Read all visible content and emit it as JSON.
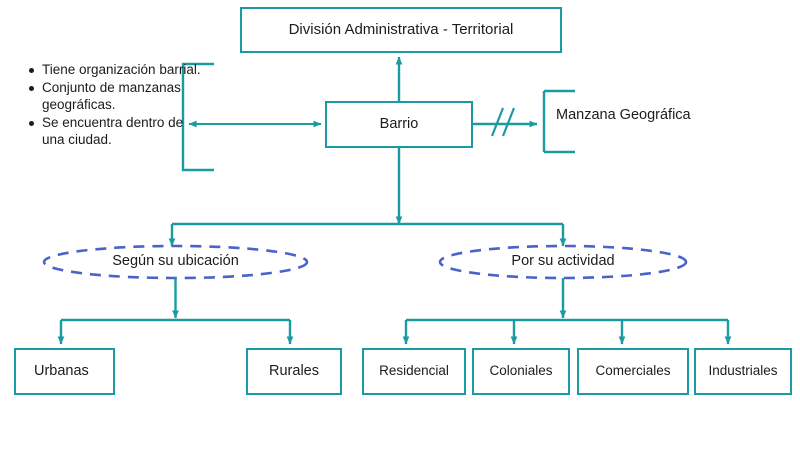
{
  "diagram": {
    "type": "hierarchy-flowchart",
    "colors": {
      "box_stroke": "#1a9ba4",
      "connector": "#1a9ba4",
      "ellipse_dashed": "#4a63c8",
      "text": "#1c1c1c",
      "background": "#ffffff"
    },
    "root": {
      "label": "División Administrativa - Territorial"
    },
    "center": {
      "label": "Barrio"
    },
    "side_note": {
      "bullets": [
        "Tiene organización barrial.",
        "Conjunto de manzanas geográficas.",
        "Se encuentra dentro de una ciudad."
      ]
    },
    "related": {
      "label": "Manzana Geográfica",
      "connector_symbol": "//"
    },
    "branches": [
      {
        "label": "Según su ubicación",
        "children": [
          {
            "label": "Urbanas"
          },
          {
            "label": "Rurales"
          }
        ]
      },
      {
        "label": "Por su actividad",
        "children": [
          {
            "label": "Residencial"
          },
          {
            "label": "Coloniales"
          },
          {
            "label": "Comerciales"
          },
          {
            "label": "Industriales"
          }
        ]
      }
    ]
  }
}
